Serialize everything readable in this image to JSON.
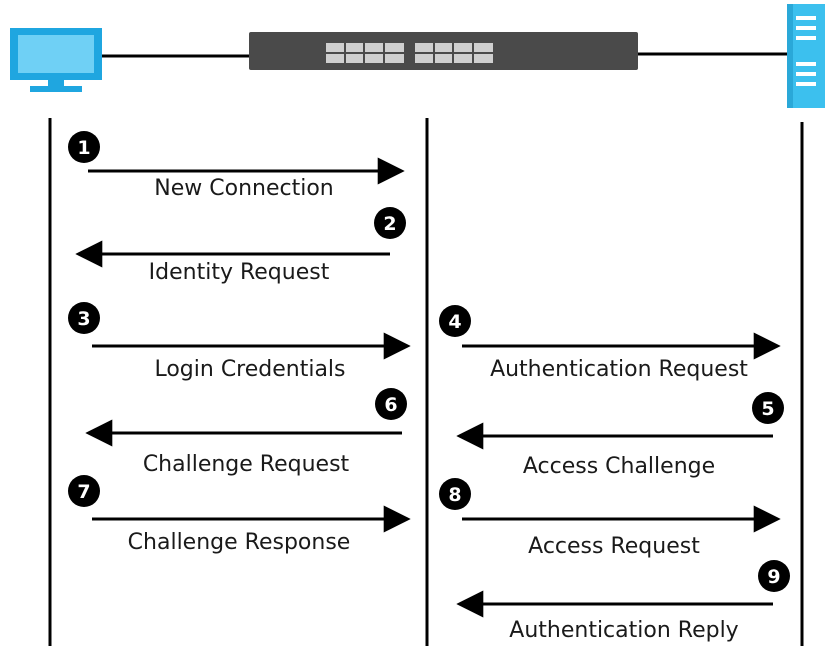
{
  "colors": {
    "line": "#000000",
    "switch_body": "#4a4a4a",
    "switch_port": "#cfcfcf",
    "client_blue": "#1fa6e0",
    "server_blue": "#3cc0ee",
    "step_badge": "#000000"
  },
  "icons": {
    "client": "desktop-computer-icon",
    "switch": "network-switch-icon",
    "server": "server-tower-icon"
  },
  "messages": [
    {
      "step": "1",
      "label": "New Connection"
    },
    {
      "step": "2",
      "label": "Identity Request"
    },
    {
      "step": "3",
      "label": "Login Credentials"
    },
    {
      "step": "4",
      "label": "Authentication Request"
    },
    {
      "step": "5",
      "label": "Access Challenge"
    },
    {
      "step": "6",
      "label": "Challenge Request"
    },
    {
      "step": "7",
      "label": "Challenge Response"
    },
    {
      "step": "8",
      "label": "Access Request"
    },
    {
      "step": "9",
      "label": "Authentication Reply"
    }
  ]
}
